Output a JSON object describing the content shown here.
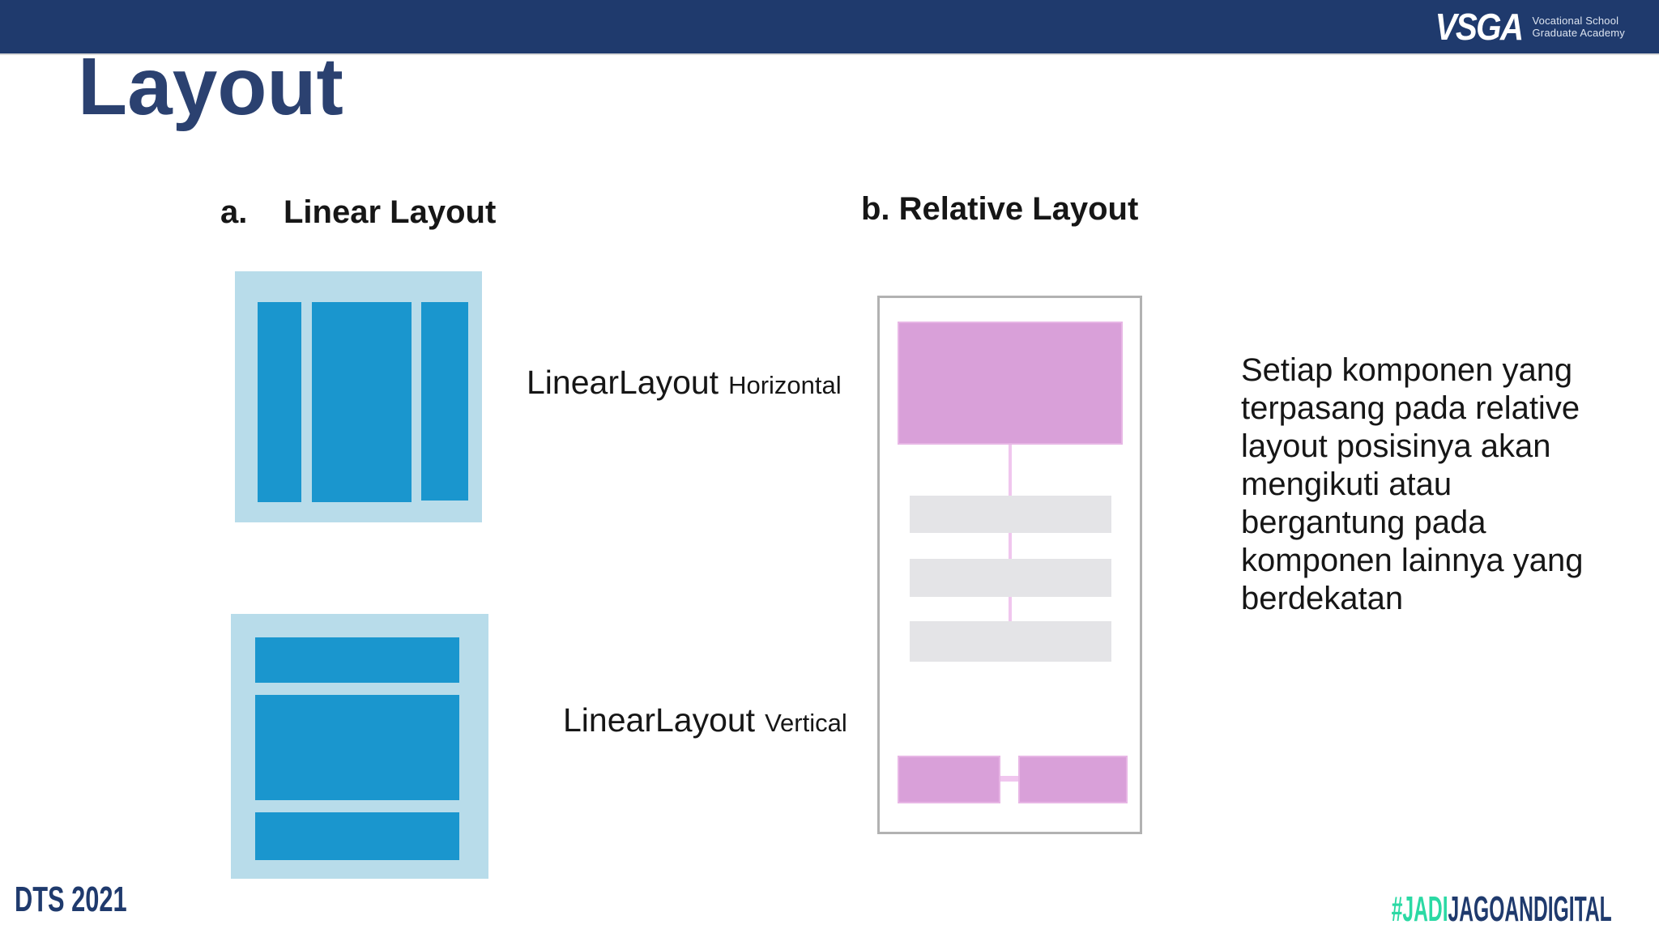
{
  "colors": {
    "navy": "#1f3a6d",
    "title_navy": "#2b4170",
    "light_blue": "#b8dcea",
    "bar_blue": "#1a96ce",
    "pink": "#d9a0d9",
    "pink_border": "#e7b6e5",
    "pink_line": "#f0c6ee",
    "gray_bar": "#e4e4e7",
    "gray_border": "#b2b2b2",
    "teal": "#2bd9a4",
    "text_black": "#161616"
  },
  "header": {
    "logo_text": "VSGA",
    "logo_subtitle_line1": "Vocational School",
    "logo_subtitle_line2": "Graduate Academy"
  },
  "title": "Layout",
  "sections": {
    "linear": {
      "heading_marker": "a.",
      "heading": "Linear Layout",
      "horizontal_label_main": "LinearLayout",
      "horizontal_label_suffix": "Horizontal",
      "vertical_label_main": "LinearLayout",
      "vertical_label_suffix": "Vertical"
    },
    "relative": {
      "heading": "b. Relative Layout",
      "description_lines": [
        "Setiap komponen yang",
        "terpasang pada relative",
        "layout posisinya akan",
        "mengikuti atau",
        "bergantung pada",
        "komponen lainnya yang",
        "berdekatan"
      ]
    }
  },
  "footer": {
    "left": "DTS 2021",
    "hashtag_highlight": "#JADI",
    "hashtag_rest": "JAGOANDIGITAL"
  }
}
